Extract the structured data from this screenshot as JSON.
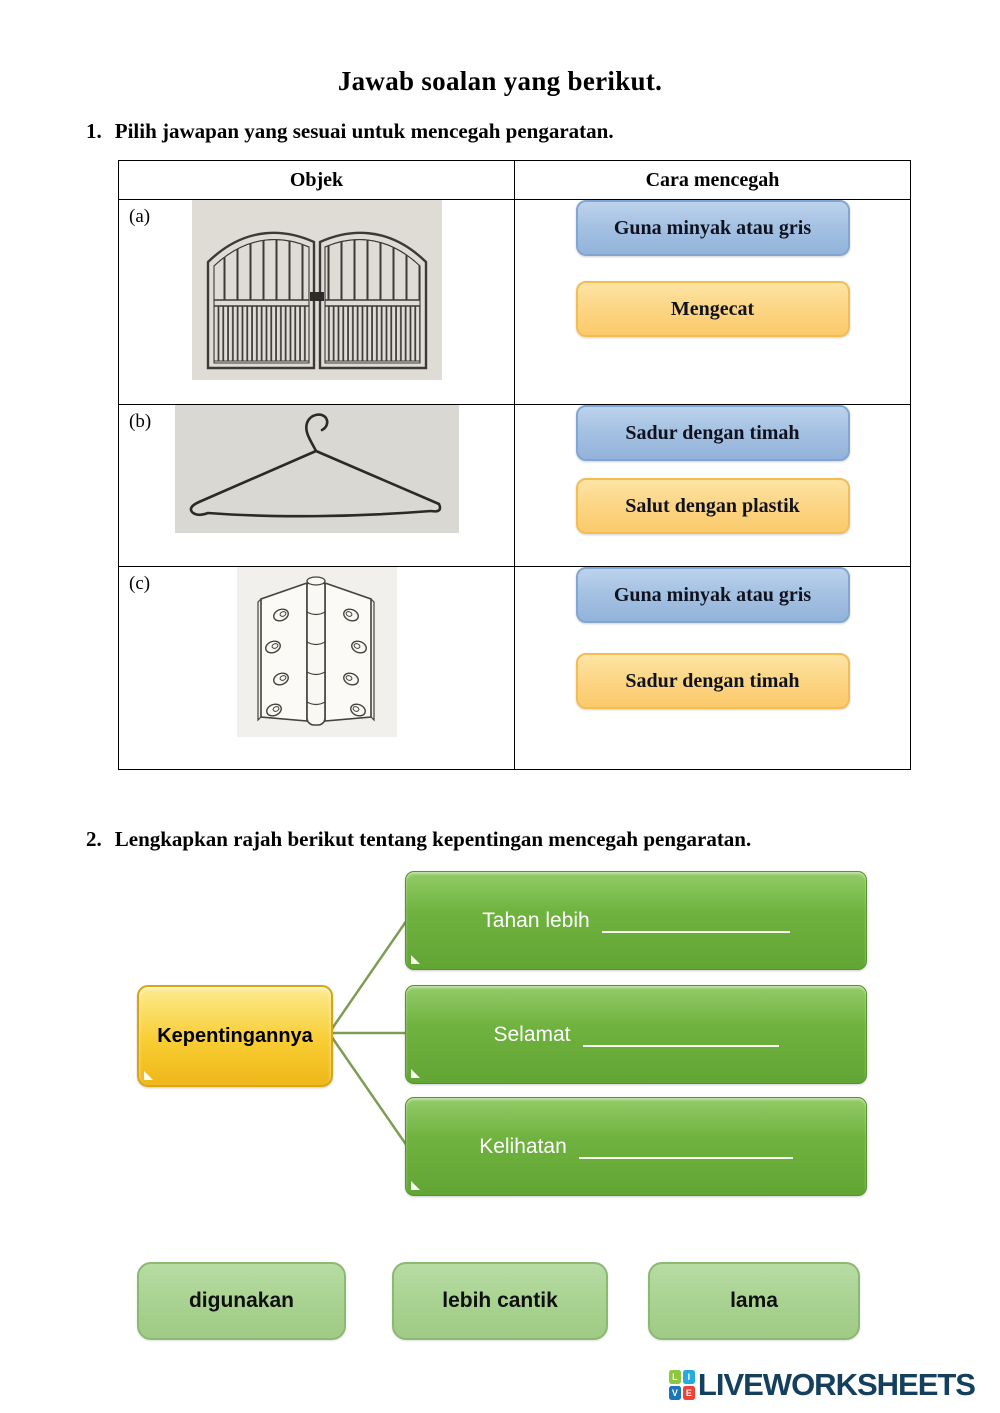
{
  "page": {
    "title": "Jawab soalan yang berikut."
  },
  "question1": {
    "number": "1.",
    "text": "Pilih jawapan yang sesuai untuk mencegah pengaratan.",
    "table": {
      "headers": [
        "Objek",
        "Cara mencegah"
      ],
      "rows": [
        {
          "label": "(a)",
          "object": "iron-gate",
          "options": [
            {
              "label": "Guna minyak atau gris",
              "color": "blue"
            },
            {
              "label": "Mengecat",
              "color": "yellow"
            }
          ]
        },
        {
          "label": "(b)",
          "object": "wire-hanger",
          "options": [
            {
              "label": "Sadur dengan timah",
              "color": "blue"
            },
            {
              "label": "Salut dengan plastik",
              "color": "yellow"
            }
          ]
        },
        {
          "label": "(c)",
          "object": "door-hinge",
          "options": [
            {
              "label": "Guna minyak atau gris",
              "color": "blue"
            },
            {
              "label": "Sadur dengan timah",
              "color": "yellow"
            }
          ]
        }
      ]
    }
  },
  "question2": {
    "number": "2.",
    "text": "Lengkapkan rajah berikut tentang kepentingan mencegah pengaratan.",
    "diagram": {
      "center": "Kepentingannya",
      "branches": [
        "Tahan lebih",
        "Selamat",
        "Kelihatan"
      ]
    },
    "answers": [
      "digunakan",
      "lebih cantik",
      "lama"
    ]
  },
  "footer": {
    "brand": "LIVEWORKSHEETS",
    "icon_letters": [
      "L",
      "I",
      "V",
      "E"
    ],
    "icon_colors": [
      "#8dc63f",
      "#27aae1",
      "#1b75bb",
      "#ef4136"
    ]
  },
  "colors": {
    "blue_option": "#a5c2e3",
    "yellow_option": "#fcd584",
    "green_branch_box": "#6fb23f",
    "gold_center_box": "#f8cd33",
    "answer_chip": "#a7d18e",
    "connector_line": "#7d9d54",
    "brand_text": "#14405e"
  }
}
